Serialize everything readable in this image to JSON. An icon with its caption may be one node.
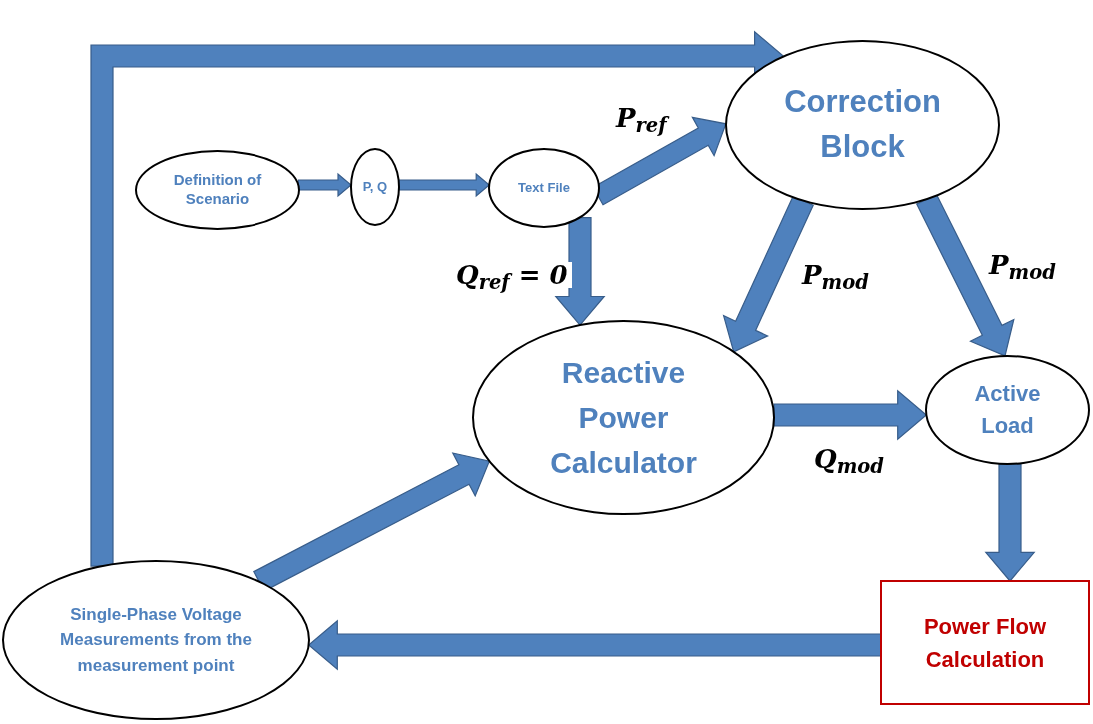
{
  "diagram": {
    "nodes": [
      {
        "text": [
          "Definition of Scenario"
        ]
      },
      {
        "text": [
          "P, Q"
        ]
      },
      {
        "text": [
          "Text File"
        ]
      },
      {
        "text": [
          "Correction Block"
        ]
      },
      {
        "text": [
          "Reactive Power Calculator"
        ]
      },
      {
        "text": [
          "Active Load"
        ]
      },
      {
        "text": [
          "Power Flow Calculation"
        ]
      },
      {
        "text": [
          "Single-Phase Voltage Measurements from the measurement point"
        ]
      }
    ],
    "edges": [
      {
        "from": 0,
        "to": 1,
        "arrow": "to"
      },
      {
        "from": 1,
        "to": 2,
        "arrow": "to"
      },
      {
        "from": 2,
        "to": 3,
        "arrow": "to",
        "label": "P$_{ref}$"
      },
      {
        "from": 2,
        "to": 4,
        "arrow": "to",
        "label": "Q$_{ref}$ = 0"
      },
      {
        "from": 3,
        "to": 4,
        "arrow": "to",
        "label": "P$_{mod}$"
      },
      {
        "from": 3,
        "to": 5,
        "arrow": "to",
        "label": "P$_{mod}$"
      },
      {
        "from": 4,
        "to": 5,
        "arrow": "to",
        "label": "Q$_{mod}$"
      },
      {
        "from": 5,
        "to": 6,
        "arrow": "to"
      },
      {
        "from": 6,
        "to": 7,
        "arrow": "to"
      },
      {
        "from": 7,
        "to": 4,
        "arrow": "to"
      },
      {
        "from": 7,
        "to": 3,
        "arrow": "to"
      }
    ]
  }
}
